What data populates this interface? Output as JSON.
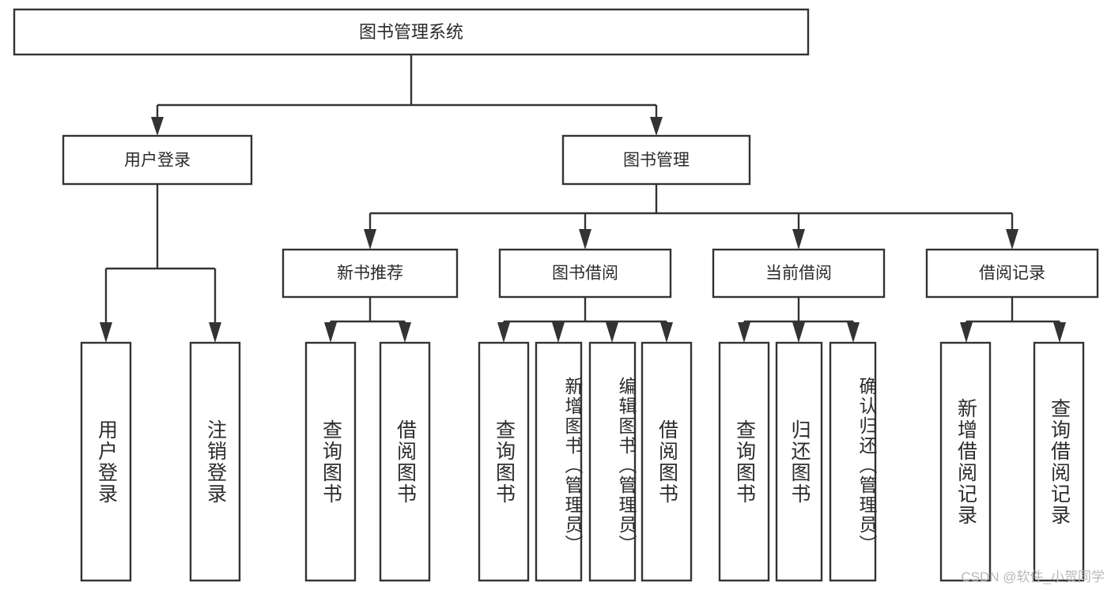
{
  "diagram": {
    "type": "tree-hierarchy",
    "title": "图书管理系统",
    "root": {
      "id": "root",
      "label": "图书管理系统",
      "orientation": "horizontal"
    },
    "level1": [
      {
        "id": "user-login",
        "label": "用户登录",
        "orientation": "horizontal"
      },
      {
        "id": "book-management",
        "label": "图书管理",
        "orientation": "horizontal"
      }
    ],
    "level2": [
      {
        "id": "new-book-recommend",
        "label": "新书推荐",
        "parent": "book-management",
        "orientation": "horizontal"
      },
      {
        "id": "book-borrow",
        "label": "图书借阅",
        "parent": "book-management",
        "orientation": "horizontal"
      },
      {
        "id": "current-borrow",
        "label": "当前借阅",
        "parent": "book-management",
        "orientation": "horizontal"
      },
      {
        "id": "borrow-record",
        "label": "借阅记录",
        "parent": "book-management",
        "orientation": "horizontal"
      }
    ],
    "leaves": [
      {
        "id": "leaf-user-login",
        "label": "用户登录",
        "parent": "user-login",
        "orientation": "vertical"
      },
      {
        "id": "leaf-logout",
        "label": "注销登录",
        "parent": "user-login",
        "orientation": "vertical"
      },
      {
        "id": "leaf-query-book-1",
        "label": "查询图书",
        "parent": "new-book-recommend",
        "orientation": "vertical"
      },
      {
        "id": "leaf-borrow-book-1",
        "label": "借阅图书",
        "parent": "new-book-recommend",
        "orientation": "vertical"
      },
      {
        "id": "leaf-query-book-2",
        "label": "查询图书",
        "parent": "book-borrow",
        "orientation": "vertical"
      },
      {
        "id": "leaf-add-book",
        "label": "新增图书（管理员）",
        "parent": "book-borrow",
        "orientation": "vertical"
      },
      {
        "id": "leaf-edit-book",
        "label": "编辑图书（管理员）",
        "parent": "book-borrow",
        "orientation": "vertical"
      },
      {
        "id": "leaf-borrow-book-2",
        "label": "借阅图书",
        "parent": "book-borrow",
        "orientation": "vertical"
      },
      {
        "id": "leaf-query-book-3",
        "label": "查询图书",
        "parent": "current-borrow",
        "orientation": "vertical"
      },
      {
        "id": "leaf-return-book",
        "label": "归还图书",
        "parent": "current-borrow",
        "orientation": "vertical"
      },
      {
        "id": "leaf-confirm-return",
        "label": "确认归还（管理员）",
        "parent": "current-borrow",
        "orientation": "vertical"
      },
      {
        "id": "leaf-add-record",
        "label": "新增借阅记录",
        "parent": "borrow-record",
        "orientation": "vertical"
      },
      {
        "id": "leaf-query-record",
        "label": "查询借阅记录",
        "parent": "borrow-record",
        "orientation": "vertical"
      }
    ],
    "colors": {
      "box_stroke": "#333333",
      "box_fill": "#ffffff",
      "text": "#2b2b2b",
      "connector": "#333333",
      "watermark": "#b9b9b9",
      "background": "#ffffff"
    }
  },
  "watermark": {
    "text": "CSDN @软件_小贺同学"
  }
}
